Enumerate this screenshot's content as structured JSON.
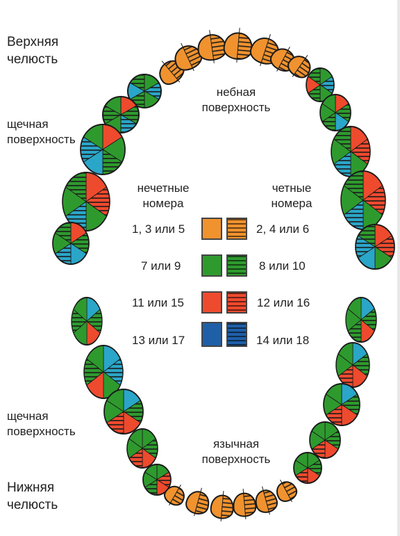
{
  "labels": {
    "upper_jaw": [
      "Верхняя",
      "челюсть"
    ],
    "buccal_top": [
      "щечная",
      "поверхность"
    ],
    "palatal": [
      "небная",
      "поверхность"
    ],
    "odd_header": [
      "нечетные",
      "номера"
    ],
    "even_header": [
      "четные",
      "номера"
    ],
    "buccal_bottom": [
      "щечная",
      "поверхность"
    ],
    "lingual": [
      "язычная",
      "поверхность"
    ],
    "lower_jaw": [
      "Нижняя",
      "челюсть"
    ]
  },
  "legend": [
    {
      "odd": "1, 3 или 5",
      "even": "2, 4 или 6",
      "color": "#f0922e"
    },
    {
      "odd": "7 или 9",
      "even": "8 или 10",
      "color": "#2e9a2e"
    },
    {
      "odd": "11 или 15",
      "even": "12 или 16",
      "color": "#ee4a2e"
    },
    {
      "odd": "13 или 17",
      "even": "14 или 18",
      "color": "#1f5fa8"
    }
  ],
  "palette": {
    "orange": "#f0922e",
    "green": "#2e9a2e",
    "red": "#ee4a2e",
    "blue": "#2aa6c8",
    "dark_blue": "#1f5fa8",
    "outline": "#1a1a1a"
  }
}
